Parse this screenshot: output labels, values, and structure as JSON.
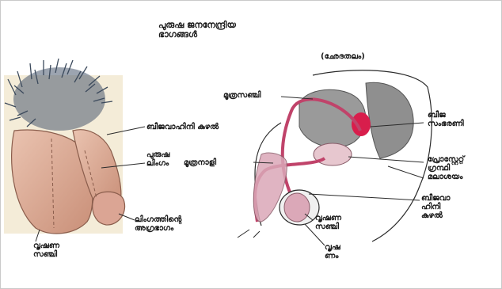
{
  "figure": {
    "title": "പുരുഷ ജനനേന്ദ്രിയ\nഭാഗങ്ങൾ",
    "cross_section_caption": "(ഛേദതലം)"
  },
  "external_labels": {
    "sperm_duct": "ബീജവാഹിനി കുഴൽ",
    "penis": "പുരുഷ\nലിംഗം",
    "glans": "ലിംഗത്തിന്റെ\nഅഗ്രഭാഗം",
    "scrotum": "വൃഷണ\nസഞ്ചി"
  },
  "section_labels": {
    "bladder": "മൂത്രസഞ്ചി",
    "urethra": "മൂത്രനാളി",
    "seminal_vesicle": "ബീജ\nസംഭരണി",
    "prostate": "പ്രോസ്റ്റേറ്റ്\nഗ്രന്ഥി\nമലാശയം",
    "sperm_duct": "ബീജവാ\nഹിനി\nകുഴൽ",
    "scrotum": "വൃഷണ\nസഞ്ചി",
    "testis": "വൃഷ\nണം"
  },
  "colors": {
    "skin": "#e2b4a0",
    "skin_dark": "#b98872",
    "hair": "#3c4a5c",
    "duct": "#c0436a",
    "bladder_gray": "#8f8f8f",
    "tissue_pink": "#dba8b8",
    "seminal_red": "#d81e4c",
    "line": "#2a2a2a"
  }
}
